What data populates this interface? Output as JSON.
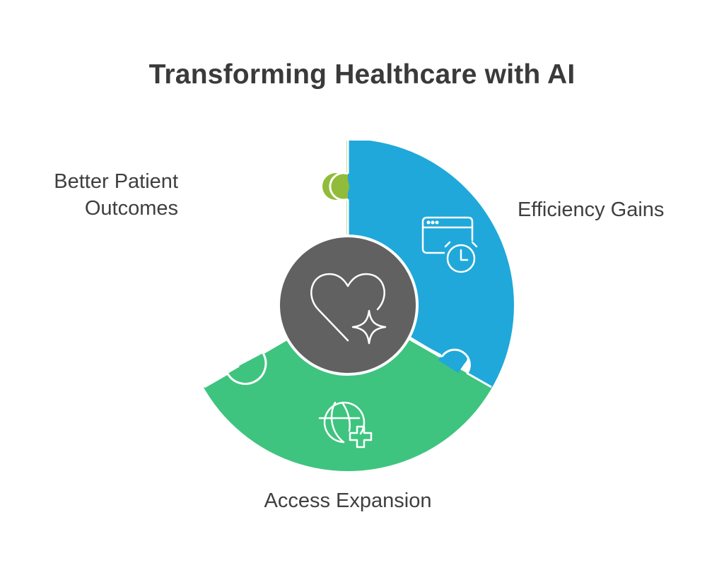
{
  "title": "Transforming Healthcare with AI",
  "center": {
    "icon": "heart-sparkle-icon",
    "color": "#616161"
  },
  "segments": [
    {
      "key": "left",
      "label_lines": [
        "Better Patient",
        "Outcomes"
      ],
      "icon": "heart-check-icon",
      "color": "#91BB3A"
    },
    {
      "key": "right",
      "label_lines": [
        "Efficiency Gains"
      ],
      "icon": "browser-clock-icon",
      "color": "#20A8DA"
    },
    {
      "key": "bottom",
      "label_lines": [
        "Access Expansion"
      ],
      "icon": "globe-plus-icon",
      "color": "#3EC47F"
    }
  ]
}
